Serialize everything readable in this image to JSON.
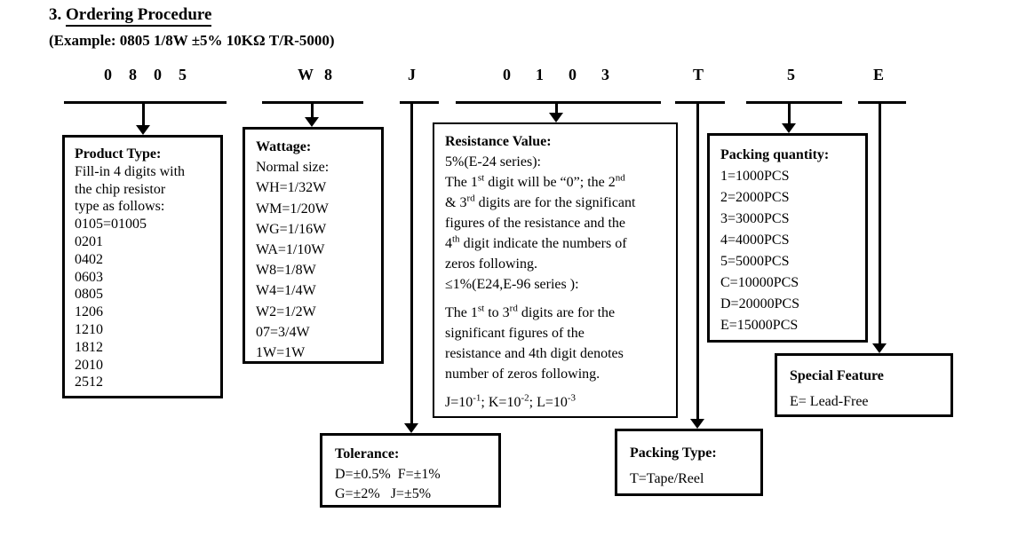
{
  "colors": {
    "ink": "#000000",
    "background": "#ffffff"
  },
  "document": {
    "section_number": "3.",
    "section_title": "Ordering Procedure",
    "example_line": "(Example: 0805 1/8W ±5% 10KΩ T/R-5000)"
  },
  "code": {
    "segments": [
      {
        "label": "0805"
      },
      {
        "label": "W8"
      },
      {
        "label": "J"
      },
      {
        "label": "0103"
      },
      {
        "label": "T"
      },
      {
        "label": "5"
      },
      {
        "label": "E"
      }
    ]
  },
  "boxes": {
    "product_type": {
      "title": "Product Type:",
      "lines": [
        "Fill-in 4 digits with",
        "the chip resistor",
        "type as follows:",
        "0105=01005",
        "0201",
        "0402",
        "0603",
        "0805",
        "1206",
        "1210",
        "1812",
        "2010",
        "2512"
      ]
    },
    "wattage": {
      "title": "Wattage:",
      "lines": [
        "Normal size:",
        "WH=1/32W",
        "WM=1/20W",
        "WG=1/16W",
        "WA=1/10W",
        "W8=1/8W",
        "W4=1/4W",
        "W2=1/2W",
        "07=3/4W",
        "1W=1W"
      ]
    },
    "resistance": {
      "title": "Resistance Value:",
      "lines": [
        [
          {
            "t": "5%(E-24 series):"
          }
        ],
        [
          {
            "t": "The 1"
          },
          {
            "t": "st",
            "sup": true
          },
          {
            "t": " digit will be “0”; the 2"
          },
          {
            "t": "nd",
            "sup": true
          }
        ],
        [
          {
            "t": "& 3"
          },
          {
            "t": "rd",
            "sup": true
          },
          {
            "t": " digits are for the significant"
          }
        ],
        [
          {
            "t": "figures of the resistance and the"
          }
        ],
        [
          {
            "t": "4"
          },
          {
            "t": "th",
            "sup": true
          },
          {
            "t": " digit indicate the numbers of"
          }
        ],
        [
          {
            "t": "zeros following."
          }
        ],
        [
          {
            "t": "≤1%(E24,E-96 series ):"
          }
        ],
        [
          {
            "t": "The 1"
          },
          {
            "t": "st",
            "sup": true
          },
          {
            "t": " to 3"
          },
          {
            "t": "rd",
            "sup": true
          },
          {
            "t": " digits are for the"
          }
        ],
        [
          {
            "t": "significant figures of the"
          }
        ],
        [
          {
            "t": "resistance and 4th digit denotes"
          }
        ],
        [
          {
            "t": "number of zeros following."
          }
        ],
        [
          {
            "t": "J=10"
          },
          {
            "t": "-1",
            "sup": true
          },
          {
            "t": "; K=10"
          },
          {
            "t": "-2",
            "sup": true
          },
          {
            "t": "; L=10"
          },
          {
            "t": "-3",
            "sup": true
          }
        ]
      ]
    },
    "packing_quantity": {
      "title": "Packing quantity:",
      "lines": [
        "1=1000PCS",
        "2=2000PCS",
        "3=3000PCS",
        "4=4000PCS",
        "5=5000PCS",
        "C=10000PCS",
        "D=20000PCS",
        "E=15000PCS"
      ]
    },
    "special_feature": {
      "title": "Special Feature",
      "lines": [
        "E= Lead-Free"
      ]
    },
    "tolerance": {
      "title": "Tolerance:",
      "lines": [
        "D=±0.5%  F=±1%",
        "G=±2%   J=±5%"
      ]
    },
    "packing_type": {
      "title": "Packing Type:",
      "lines": [
        "T=Tape/Reel"
      ]
    }
  }
}
